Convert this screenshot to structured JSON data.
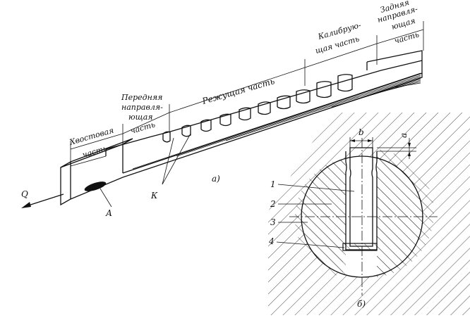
{
  "broach_labels": {
    "tail_line1": "Хвостовая",
    "tail_line2": "часть",
    "front_line1": "Передняя",
    "front_line2": "направля-",
    "front_line3": "ющая",
    "front_line4": "часть",
    "cutting": "Режущая часть",
    "calib_line1": "Калибрую-",
    "calib_line2": "щая часть",
    "rear_line1": "Задняя",
    "rear_line2": "направля-",
    "rear_line3": "ющая",
    "rear_line4": "часть",
    "force": "Q",
    "hole": "А",
    "teeth": "К",
    "fig_a": "а)"
  },
  "section_labels": {
    "width": "b",
    "depth": "a",
    "n1": "1",
    "n2": "2",
    "n3": "3",
    "n4": "4",
    "fig_b": "б)"
  }
}
